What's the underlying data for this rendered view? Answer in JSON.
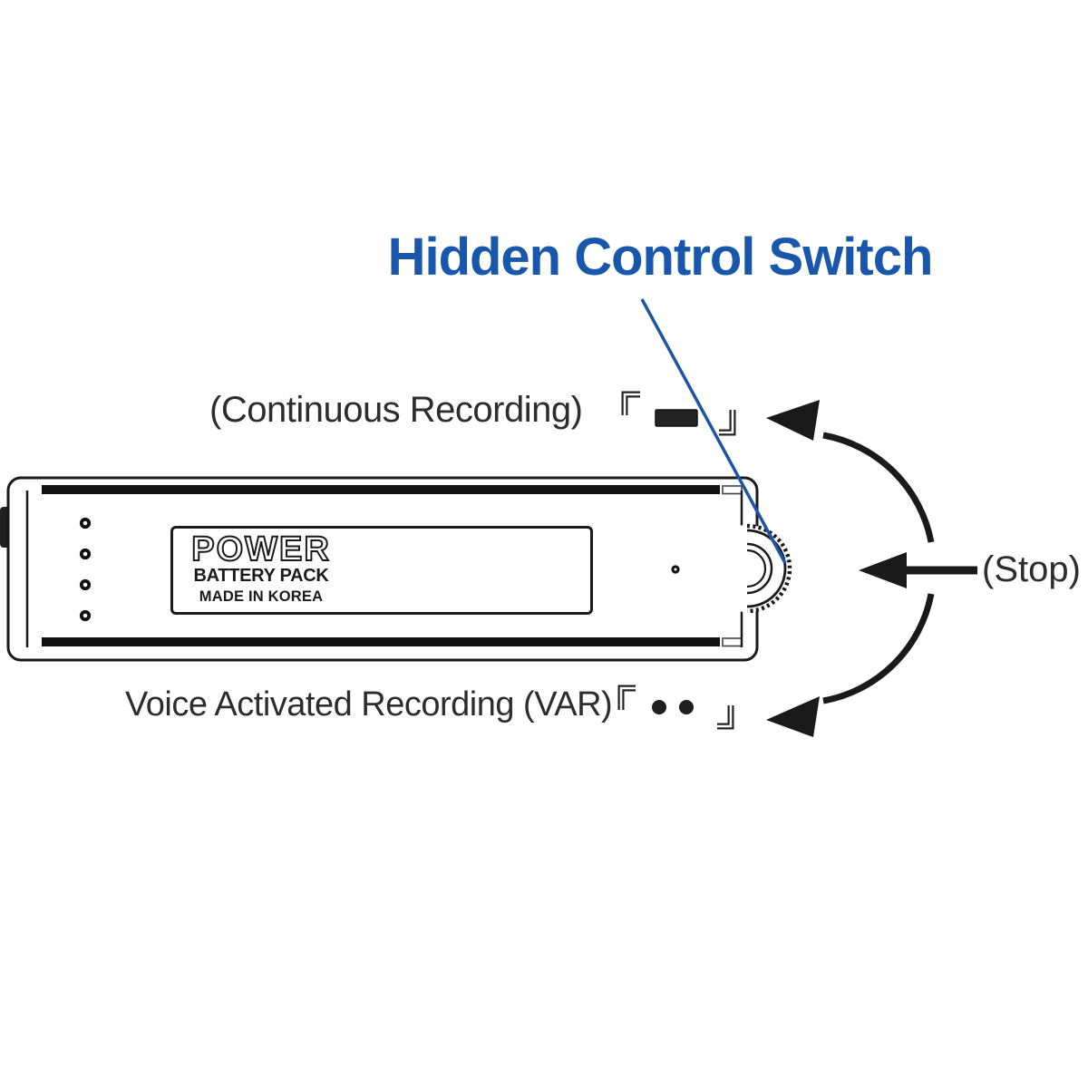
{
  "diagram": {
    "title": "Hidden Control Switch",
    "annotations": {
      "continuous_label": "(Continuous Recording)",
      "var_label": "Voice Activated Recording (VAR)",
      "stop_label": "(Stop)"
    },
    "device_label": {
      "line1": "POWER",
      "line2": "BATTERY PACK",
      "line3": "MADE IN KOREA"
    },
    "symbols": {
      "continuous_switch_icon": "single-bar",
      "var_switch_icon": "two-dots",
      "control_switch_icon": "knurled-thumb-wheel",
      "stop_icon": "left-arrow",
      "rotation_icons": "curved-arc-arrows"
    },
    "colors": {
      "accent_blue": "#1857ab",
      "pointer_line_blue": "#1d55a4",
      "ink": "#1a1a1a",
      "label_text": "#2d2d2d"
    }
  }
}
